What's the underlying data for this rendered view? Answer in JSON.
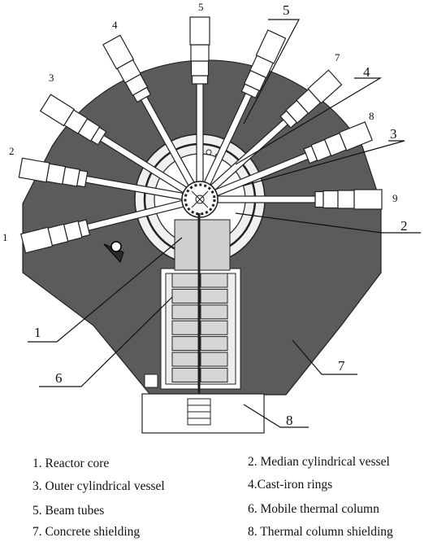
{
  "beam_port_numbers": [
    "1",
    "2",
    "3",
    "4",
    "5",
    "7",
    "8",
    "9"
  ],
  "callout_numbers": [
    "5",
    "4",
    "3",
    "2",
    "1",
    "6",
    "7",
    "8"
  ],
  "legend": [
    {
      "text": "1. Reactor core"
    },
    {
      "text": "2. Median cylindrical vessel"
    },
    {
      "text": "3. Outer cylindrical vessel"
    },
    {
      "text": "4.Cast-iron rings"
    },
    {
      "text": "5. Beam tubes"
    },
    {
      "text": "6. Mobile thermal column"
    },
    {
      "text": "7. Concrete shielding"
    },
    {
      "text": "8. Thermal column shielding"
    }
  ],
  "colors": {
    "shielding": "#5b5b5b",
    "background": "#ffffff",
    "line": "#111111"
  }
}
